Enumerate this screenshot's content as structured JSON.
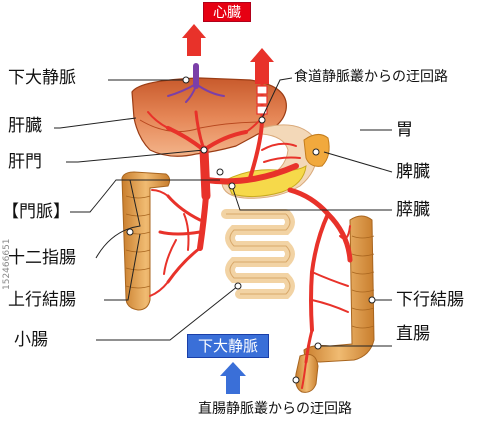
{
  "tags": {
    "heart": "心臓",
    "ivc_bottom": "下大静脈"
  },
  "labels": {
    "ivc": "下大静脈",
    "liver": "肝臓",
    "porta_hepatis": "肝門",
    "portal_vein": "【門脈】",
    "duodenum": "十二指腸",
    "ascending_colon": "上行結腸",
    "small_intestine": "小腸",
    "esophageal_bypass": "食道静脈叢からの迂回路",
    "stomach": "胃",
    "spleen": "脾臓",
    "pancreas": "膵臓",
    "descending_colon": "下行結腸",
    "rectum": "直腸",
    "rectal_bypass": "直腸静脈叢からの迂回路"
  },
  "watermark": "152466651",
  "colors": {
    "vein_red": "#e8322a",
    "vessel_dark": "#b8221b",
    "liver": "#e07a4a",
    "liver_dark": "#b8481f",
    "stomach": "#f3d8b8",
    "spleen": "#f1a93d",
    "pancreas": "#f6d94a",
    "intestine": "#f2d3a4",
    "colon": "#e6a455",
    "up_arrow": "#e8322a",
    "down_arrow": "#3a6fd8",
    "ivc_purple": "#7b3fa8"
  }
}
